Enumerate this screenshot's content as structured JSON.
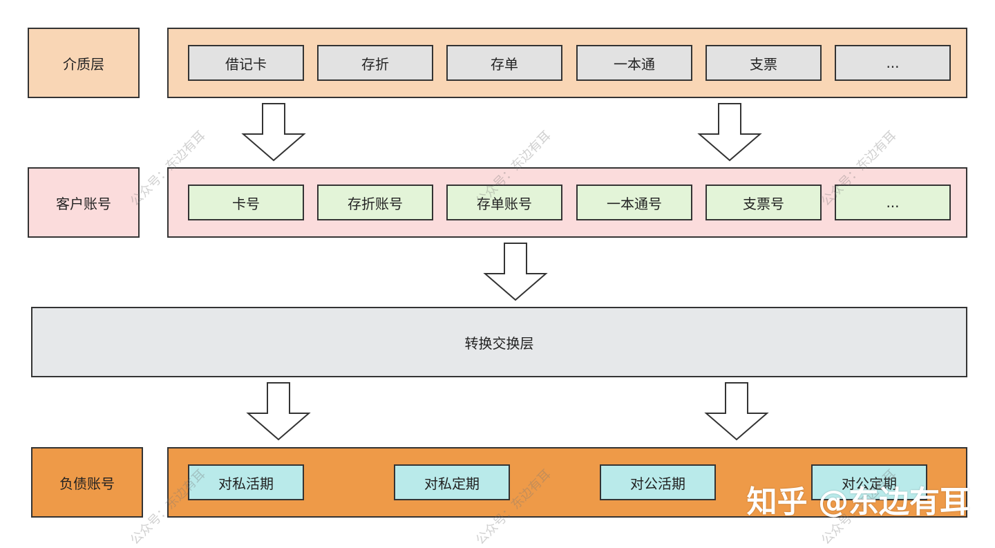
{
  "layers": {
    "medium": {
      "label": "介质层",
      "items": [
        "借记卡",
        "存折",
        "存单",
        "一本通",
        "支票",
        "..."
      ]
    },
    "customer": {
      "label": "客户账号",
      "items": [
        "卡号",
        "存折账号",
        "存单账号",
        "一本通号",
        "支票号",
        "..."
      ]
    },
    "transfer": {
      "label": "转换交换层"
    },
    "liability": {
      "label": "负债账号",
      "items": [
        "对私活期",
        "对私定期",
        "对公活期",
        "对公定期"
      ]
    }
  },
  "watermark": {
    "text": "公众号：东边有耳",
    "brand": "知乎 @东边有耳"
  },
  "colors": {
    "medium_bg": "#f9d6b5",
    "customer_bg": "#fbdcdc",
    "transfer_bg": "#e6e8ea",
    "liability_bg": "#ee9a48",
    "medium_item_bg": "#e2e2e2",
    "customer_item_bg": "#e3f4d8",
    "liability_item_bg": "#b9eaea"
  }
}
